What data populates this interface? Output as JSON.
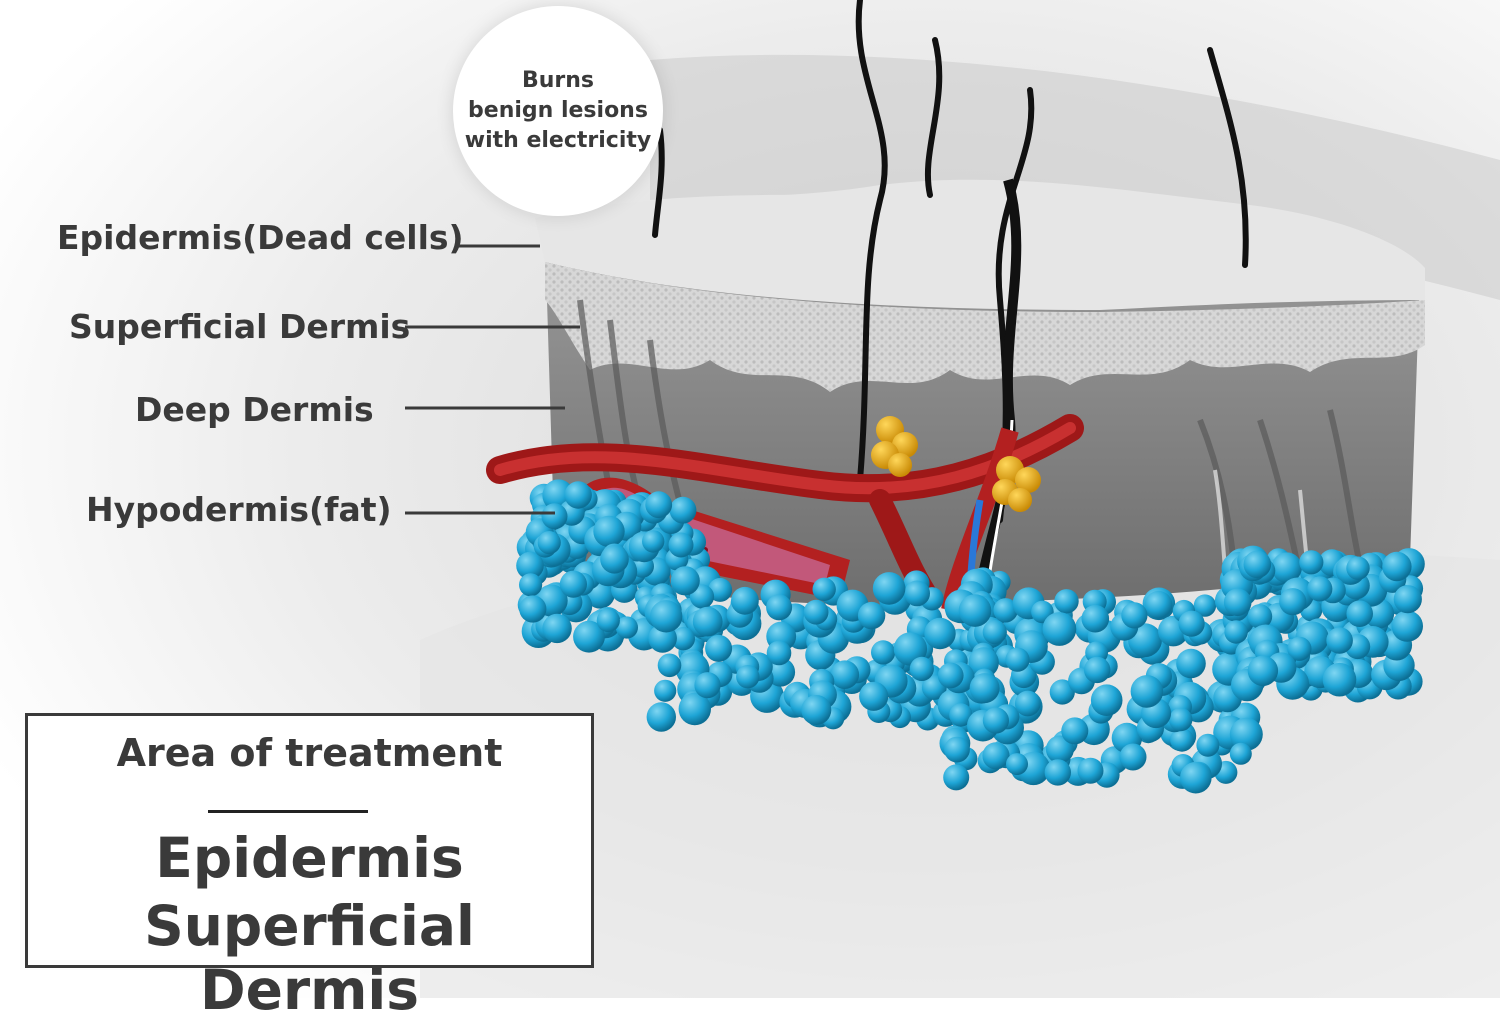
{
  "callout": {
    "lines": [
      "Burns",
      "benign lesions",
      "with electricity"
    ]
  },
  "layers": [
    {
      "label": "Epidermis(Dead cells)"
    },
    {
      "label": "Superficial Dermis"
    },
    {
      "label": "Deep Dermis"
    },
    {
      "label": "Hypodermis(fat)"
    }
  ],
  "treatment": {
    "title": "Area of treatment",
    "areas": [
      "Epidermis",
      "Superficial Dermis"
    ]
  },
  "colors": {
    "text": "#3a3a3a",
    "skin_gray": "#8a8a8a",
    "epidermis": "#dcdcdc",
    "vessel_red": "#b32020",
    "fat_blue": "#1ea5d6",
    "gland_yellow": "#e8a818",
    "vein_blue": "#2a78d8"
  }
}
